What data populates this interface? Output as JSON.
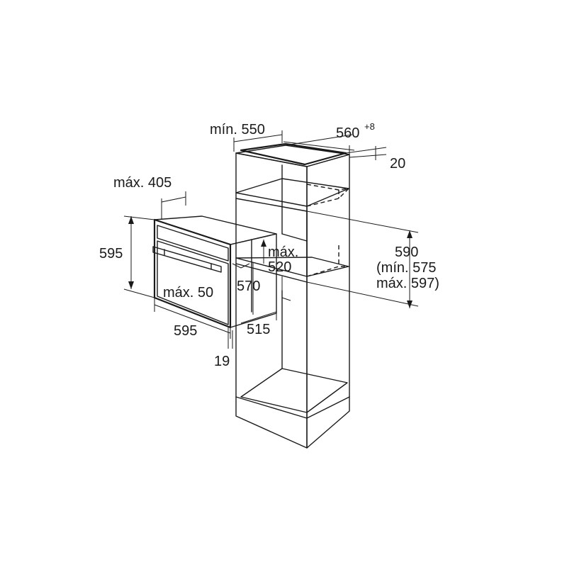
{
  "labels": {
    "min_550": "mín. 550",
    "w560": "560",
    "w560_sup": "+8",
    "d20": "20",
    "max_405": "máx. 405",
    "h595": "595",
    "max_520_a": "máx.",
    "max_520_b": "520",
    "h590": "590",
    "min_575": "(mín. 575",
    "max_597": "máx. 597)",
    "d570": "570",
    "max_50": "máx. 50",
    "w595": "595",
    "d515": "515",
    "d19": "19"
  }
}
